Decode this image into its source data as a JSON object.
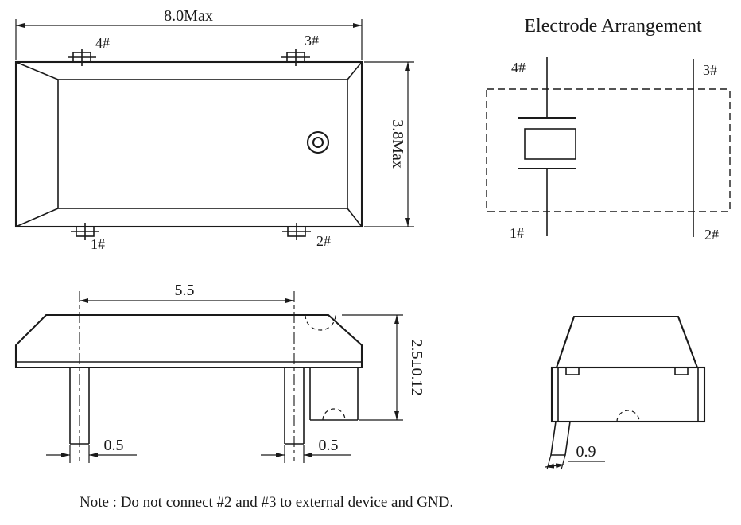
{
  "colors": {
    "line": "#1a1a1a",
    "background": "#ffffff"
  },
  "top_view": {
    "width_dim": "8.0Max",
    "height_dim": "3.8Max",
    "pin_labels": {
      "p4": "4#",
      "p3": "3#",
      "p1": "1#",
      "p2": "2#"
    }
  },
  "electrode_arrangement": {
    "title": "Electrode Arrangement",
    "pin_labels": {
      "p4": "4#",
      "p3": "3#",
      "p1": "1#",
      "p2": "2#"
    }
  },
  "side_view": {
    "lead_span_dim": "5.5",
    "height_dim": "2.5±0.12",
    "left_lead_width_dim": "0.5",
    "right_lead_width_dim": "0.5"
  },
  "end_view": {
    "lead_width_dim": "0.9"
  },
  "note": {
    "text": "Note : Do not connect #2 and #3 to external device and GND."
  }
}
